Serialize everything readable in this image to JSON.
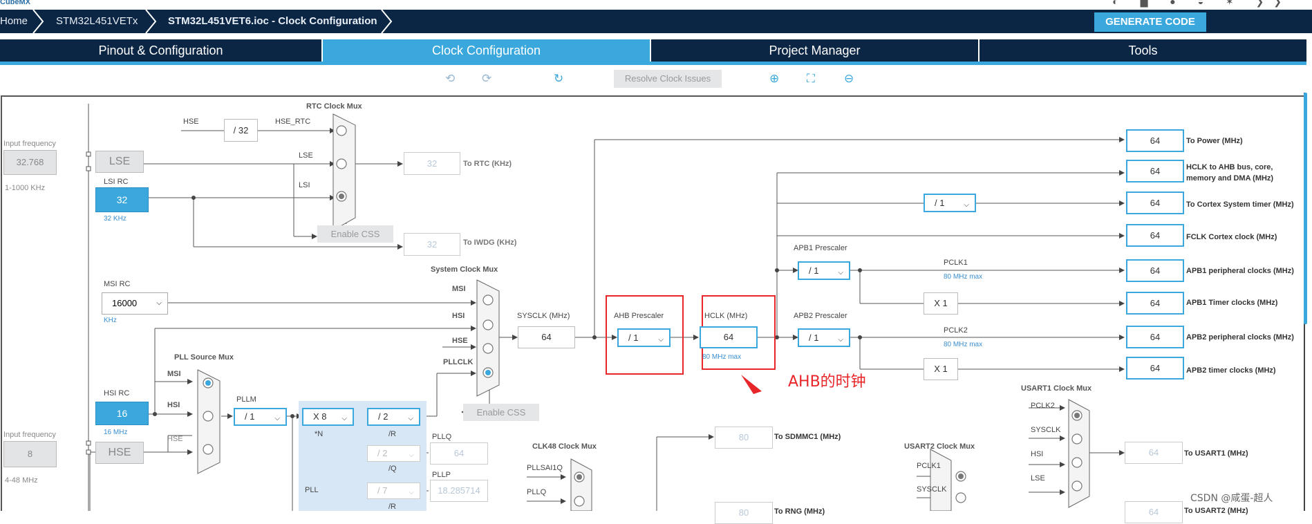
{
  "brand": "CubeMX",
  "breadcrumb": [
    "Home",
    "STM32L451VETx",
    "STM32L451VET6.ioc - Clock Configuration"
  ],
  "generate_label": "GENERATE CODE",
  "tabs": [
    "Pinout & Configuration",
    "Clock Configuration",
    "Project Manager",
    "Tools"
  ],
  "active_tab": "Clock Configuration",
  "toolbar": {
    "undo_icon": "undo-icon",
    "redo_icon": "redo-icon",
    "refresh_icon": "refresh-icon",
    "resolve_label": "Resolve Clock Issues",
    "zoom_in_icon": "zoom-in-icon",
    "fit_icon": "fit-icon",
    "zoom_out_icon": "zoom-out-icon"
  },
  "left": {
    "input_freq_label": "Input frequency",
    "lse_input": "32.768",
    "lse_range": "1-1000 KHz",
    "lse_label": "LSE",
    "lsirc_label": "LSI RC",
    "lsi_value": "32",
    "lsi_unit": "32 KHz",
    "msirc_label": "MSI RC",
    "msi_value": "16000",
    "msi_unit": "KHz",
    "hsirc_label": "HSI RC",
    "hsi_value": "16",
    "hsi_unit": "16 MHz",
    "hse_input_label": "Input frequency",
    "hse_input": "8",
    "hse_range": "4-48 MHz",
    "hse_label": "HSE"
  },
  "rtc": {
    "title": "RTC Clock Mux",
    "hse": "HSE",
    "div": "/ 32",
    "hse_rtc": "HSE_RTC",
    "lse": "LSE",
    "lsi": "LSI",
    "out_value": "32",
    "out_label": "To RTC (KHz)",
    "css_label": "Enable CSS",
    "iwdg_value": "32",
    "iwdg_label": "To IWDG (KHz)"
  },
  "sysmux": {
    "title": "System Clock Mux",
    "inputs": [
      "MSI",
      "HSI",
      "HSE",
      "PLLCLK"
    ],
    "sysclk_label": "SYSCLK (MHz)",
    "sysclk_value": "64",
    "css_label": "Enable CSS"
  },
  "pll": {
    "src_title": "PLL Source Mux",
    "src_inputs": [
      "MSI",
      "HSI",
      "HSE"
    ],
    "pllm_label": "PLLM",
    "pllm_value": "/ 1",
    "n_value": "X 8",
    "n_label": "*N",
    "r_value": "/ 2",
    "r_label": "/R",
    "q_value": "/ 2",
    "q_label": "/Q",
    "pllq_label": "PLLQ",
    "pllq_value": "64",
    "p_value": "/ 7",
    "p_label": "/R",
    "pllp_label": "PLLP",
    "pllp_value": "18.285714",
    "pll_label": "PLL"
  },
  "ahb": {
    "prescaler_label": "AHB Prescaler",
    "prescaler_value": "/ 1",
    "hclk_label": "HCLK (MHz)",
    "hclk_value": "64",
    "hclk_max": "80 MHz max"
  },
  "apb1": {
    "label": "APB1 Prescaler",
    "value": "/ 1",
    "pclk_label": "PCLK1",
    "pclk_max": "80 MHz max",
    "timer_mult": "X 1"
  },
  "apb2": {
    "label": "APB2 Prescaler",
    "value": "/ 1",
    "pclk_label": "PCLK2",
    "pclk_max": "80 MHz max",
    "timer_mult": "X 1"
  },
  "cortex_div": "/ 1",
  "outputs": [
    {
      "value": "64",
      "label": "To Power (MHz)"
    },
    {
      "value": "64",
      "label": "HCLK to AHB bus, core,",
      "label2": "memory and DMA (MHz)"
    },
    {
      "value": "64",
      "label": "To Cortex System timer (MHz)"
    },
    {
      "value": "64",
      "label": "FCLK Cortex clock (MHz)"
    },
    {
      "value": "64",
      "label": "APB1 peripheral clocks (MHz)"
    },
    {
      "value": "64",
      "label": "APB1 Timer clocks (MHz)"
    },
    {
      "value": "64",
      "label": "APB2 peripheral clocks (MHz)"
    },
    {
      "value": "64",
      "label": "APB2 timer clocks (MHz)"
    }
  ],
  "lower": {
    "clk48_title": "CLK48 Clock Mux",
    "clk48_inputs": [
      "PLLSAI1Q",
      "PLLQ"
    ],
    "sdmmc_value": "80",
    "sdmmc_label": "To SDMMC1 (MHz)",
    "rng_value": "80",
    "rng_label": "To RNG (MHz)",
    "usart2_title": "USART2 Clock Mux",
    "usart2_inputs": [
      "PCLK1",
      "SYSCLK"
    ],
    "usart1_title": "USART1 Clock Mux",
    "usart1_inputs": [
      "PCLK2",
      "SYSCLK",
      "HSI",
      "LSE"
    ],
    "usart1_value": "64",
    "usart1_label": "To USART1 (MHz)",
    "usart2_value": "64",
    "usart2_label": "To USART2 (MHz)"
  },
  "annotation": "AHB的时钟",
  "watermark": "CSDN @咸蛋-超人",
  "colors": {
    "accent": "#3aa7dd",
    "navy": "#0b2545",
    "highlight": "#e8262a"
  }
}
